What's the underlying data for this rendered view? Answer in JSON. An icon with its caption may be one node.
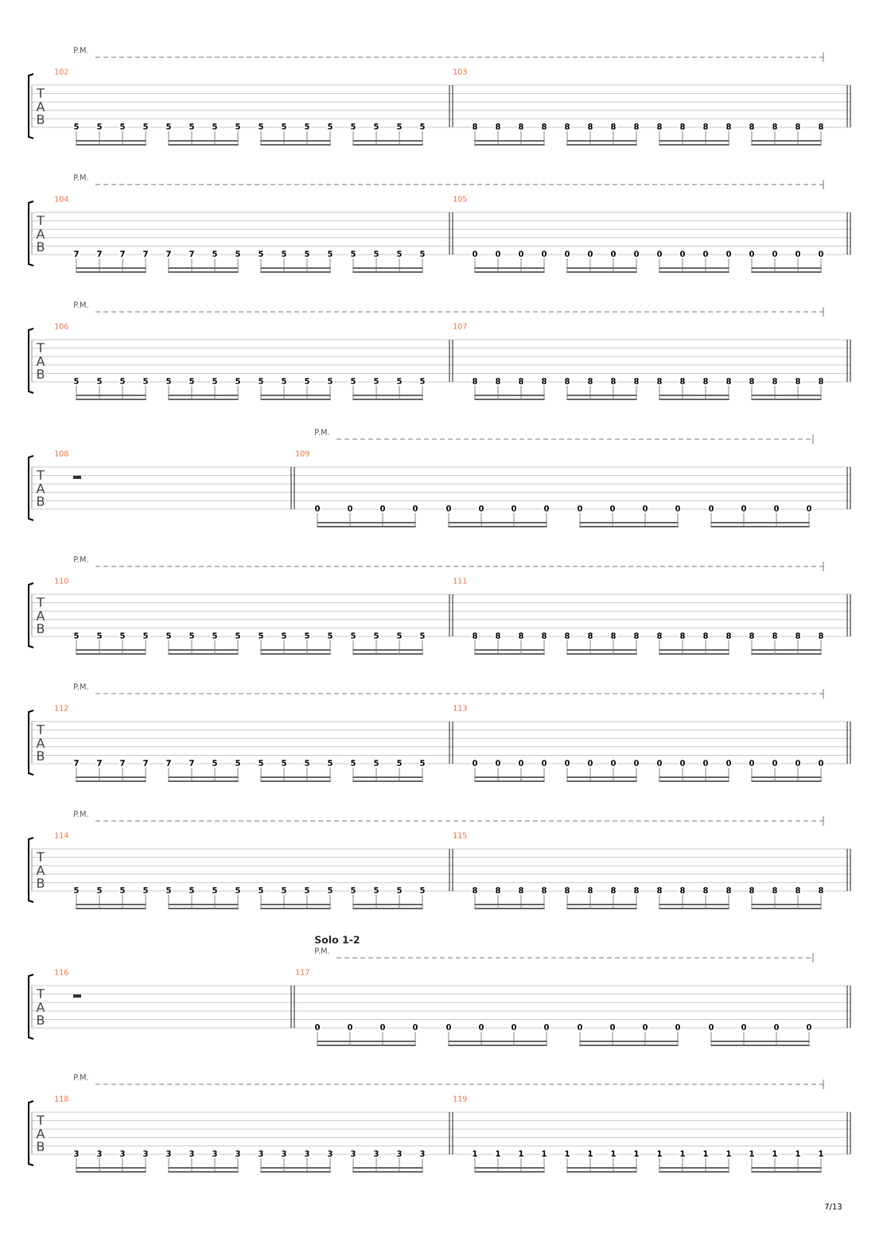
{
  "diagram": {
    "labels": [
      "P.M.",
      "102",
      "103",
      "T",
      "A",
      "B",
      "5",
      "5",
      "5",
      "5",
      "5",
      "5",
      "5",
      "5",
      "5",
      "5",
      "5",
      "5",
      "5",
      "5",
      "5",
      "5",
      "8",
      "8",
      "8",
      "8",
      "8",
      "8",
      "8",
      "8",
      "8",
      "8",
      "8",
      "8",
      "8",
      "8",
      "8",
      "8",
      "P.M.",
      "104",
      "105",
      "T",
      "A",
      "B",
      "7",
      "7",
      "7",
      "7",
      "7",
      "7",
      "5",
      "5",
      "5",
      "5",
      "5",
      "5",
      "5",
      "5",
      "5",
      "5",
      "0",
      "0",
      "0",
      "0",
      "0",
      "0",
      "0",
      "0",
      "0",
      "0",
      "0",
      "0",
      "0",
      "0",
      "0",
      "0",
      "P.M.",
      "106",
      "107",
      "T",
      "A",
      "B",
      "5",
      "5",
      "5",
      "5",
      "5",
      "5",
      "5",
      "5",
      "5",
      "5",
      "5",
      "5",
      "5",
      "5",
      "5",
      "5",
      "8",
      "8",
      "8",
      "8",
      "8",
      "8",
      "8",
      "8",
      "8",
      "8",
      "8",
      "8",
      "8",
      "8",
      "8",
      "8",
      "P.M.",
      "108",
      "109",
      "T",
      "A",
      "B",
      "0",
      "0",
      "0",
      "0",
      "0",
      "0",
      "0",
      "0",
      "0",
      "0",
      "0",
      "0",
      "0",
      "0",
      "0",
      "0",
      "P.M.",
      "110",
      "111",
      "T",
      "A",
      "B",
      "5",
      "5",
      "5",
      "5",
      "5",
      "5",
      "5",
      "5",
      "5",
      "5",
      "5",
      "5",
      "5",
      "5",
      "5",
      "5",
      "8",
      "8",
      "8",
      "8",
      "8",
      "8",
      "8",
      "8",
      "8",
      "8",
      "8",
      "8",
      "8",
      "8",
      "8",
      "8",
      "P.M.",
      "112",
      "113",
      "T",
      "A",
      "B",
      "7",
      "7",
      "7",
      "7",
      "7",
      "7",
      "5",
      "5",
      "5",
      "5",
      "5",
      "5",
      "5",
      "5",
      "5",
      "5",
      "0",
      "0",
      "0",
      "0",
      "0",
      "0",
      "0",
      "0",
      "0",
      "0",
      "0",
      "0",
      "0",
      "0",
      "0",
      "0",
      "P.M.",
      "114",
      "115",
      "T",
      "A",
      "B",
      "5",
      "5",
      "5",
      "5",
      "5",
      "5",
      "5",
      "5",
      "5",
      "5",
      "5",
      "5",
      "5",
      "5",
      "5",
      "5",
      "8",
      "8",
      "8",
      "8",
      "8",
      "8",
      "8",
      "8",
      "8",
      "8",
      "8",
      "8",
      "8",
      "8",
      "8",
      "8",
      "Solo 1-2",
      "P.M.",
      "116",
      "117",
      "T",
      "A",
      "B",
      "0",
      "0",
      "0",
      "0",
      "0",
      "0",
      "0",
      "0",
      "0",
      "0",
      "0",
      "0",
      "0",
      "0",
      "0",
      "0",
      "P.M.",
      "118",
      "119",
      "T",
      "A",
      "B",
      "3",
      "3",
      "3",
      "3",
      "3",
      "3",
      "3",
      "3",
      "3",
      "3",
      "3",
      "3",
      "3",
      "3",
      "3",
      "3",
      "1",
      "1",
      "1",
      "1",
      "1",
      "1",
      "1",
      "1",
      "1",
      "1",
      "1",
      "1",
      "1",
      "1",
      "1",
      "1",
      "7/13"
    ]
  }
}
